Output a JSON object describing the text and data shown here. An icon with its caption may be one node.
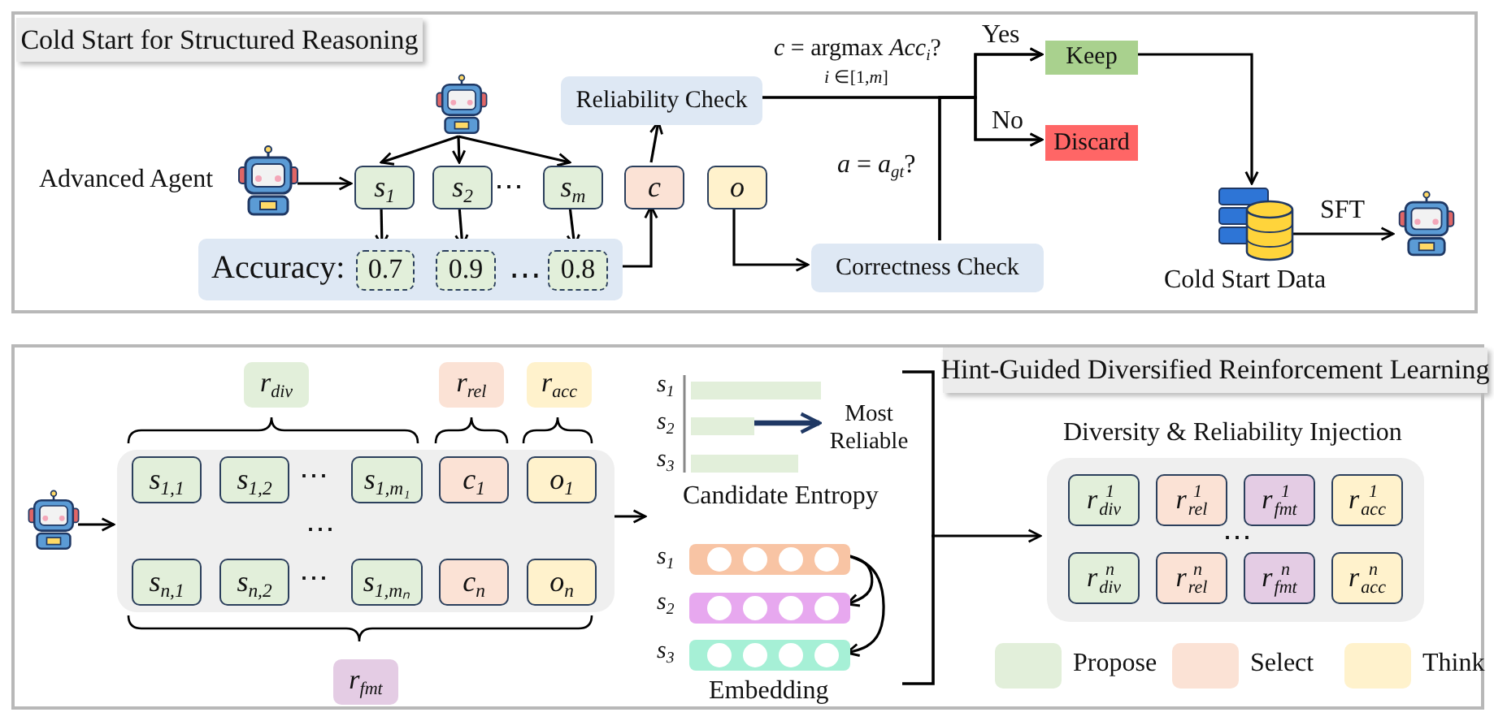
{
  "diagram": {
    "nodes": [
      {
        "text": [
          "Cold Start for Structured Reasoning"
        ]
      },
      {
        "text": [],
        "shape": "picture",
        "beside": [
          "Advanced Agent"
        ],
        "in": 0
      },
      {
        "text": [],
        "shape": "picture",
        "in": 0
      },
      {
        "text": [
          "*s*$_{1}$"
        ],
        "in": 0
      },
      {
        "text": [
          "*s*$_{2}$"
        ],
        "in": 0
      },
      {
        "text": [
          "*s*$_{m}$"
        ],
        "in": 0
      },
      {
        "text": [
          "Accuracy:"
        ],
        "in": 0
      },
      {
        "text": [
          "0.7"
        ],
        "in": 6
      },
      {
        "text": [
          "0.9"
        ],
        "in": 6
      },
      {
        "text": [
          "0.8"
        ],
        "in": 6
      },
      {
        "text": [
          "*c*"
        ],
        "in": 0
      },
      {
        "text": [
          "*o*"
        ],
        "in": 0
      },
      {
        "text": [
          "Reliability Check"
        ],
        "in": 0
      },
      {
        "text": [
          "Correctness Check"
        ],
        "in": 0
      },
      {
        "text": [
          "Keep"
        ],
        "in": 0
      },
      {
        "text": [
          "Discard"
        ],
        "in": 0
      },
      {
        "text": [],
        "shape": "picture",
        "beside": [
          "Cold Start Data"
        ],
        "in": 0
      },
      {
        "text": [],
        "shape": "picture",
        "in": 0
      },
      {
        "text": [
          "Hint-Guided Diversified Reinforcement Learning"
        ]
      },
      {
        "text": [],
        "shape": "picture",
        "in": 18
      },
      {
        "text": [],
        "shape": "box",
        "in": 18
      },
      {
        "text": [
          "*s*$_{1,1}$"
        ],
        "in": 20
      },
      {
        "text": [
          "*s*$_{1,2}$"
        ],
        "in": 20
      },
      {
        "text": [
          "*s*$_{1,m₁}$"
        ],
        "in": 20
      },
      {
        "text": [
          "*c*$_{1}$"
        ],
        "in": 20
      },
      {
        "text": [
          "*o*$_{1}$"
        ],
        "in": 20
      },
      {
        "text": [
          "*s*$_{n,1}$"
        ],
        "in": 20
      },
      {
        "text": [
          "*s*$_{n,2}$"
        ],
        "in": 20
      },
      {
        "text": [
          "*s*$_{1,mₙ}$"
        ],
        "in": 20
      },
      {
        "text": [
          "*c*$_{n}$"
        ],
        "in": 20
      },
      {
        "text": [
          "*o*$_{n}$"
        ],
        "in": 20
      },
      {
        "text": [
          "*r*$_{div}$"
        ],
        "in": 18
      },
      {
        "text": [
          "*r*$_{rel}$"
        ],
        "in": 18
      },
      {
        "text": [
          "*r*$_{acc}$"
        ],
        "in": 18
      },
      {
        "text": [
          "*r*$_{fmt}$"
        ],
        "in": 18
      },
      {
        "text": [],
        "shape": "bar",
        "in": 18
      },
      {
        "text": [],
        "shape": "bar",
        "in": 18
      },
      {
        "text": [],
        "shape": "bar",
        "in": 18
      },
      {
        "text": [
          "Most Reliable"
        ],
        "in": 18
      },
      {
        "text": [],
        "shape": "bar",
        "in": 18
      },
      {
        "text": [],
        "shape": "bar",
        "in": 18
      },
      {
        "text": [],
        "shape": "bar",
        "in": 18
      },
      {
        "text": [
          "Diversity & Reliability Injection"
        ],
        "in": 18
      },
      {
        "text": [
          "*r*$^{1}$$_{div}$"
        ],
        "in": 42
      },
      {
        "text": [
          "*r*$^{1}$$_{rel}$"
        ],
        "in": 42
      },
      {
        "text": [
          "*r*$^{1}$$_{fmt}$"
        ],
        "in": 42
      },
      {
        "text": [
          "*r*$^{1}$$_{acc}$"
        ],
        "in": 42
      },
      {
        "text": [
          "*r*$^{n}$$_{div}$"
        ],
        "in": 42
      },
      {
        "text": [
          "*r*$^{n}$$_{rel}$"
        ],
        "in": 42
      },
      {
        "text": [
          "*r*$^{n}$$_{fmt}$"
        ],
        "in": 42
      },
      {
        "text": [
          "*r*$^{n}$$_{acc}$"
        ],
        "in": 42
      },
      {
        "text": [],
        "shape": "bracket",
        "in": 18
      }
    ],
    "edges": [
      {
        "from": 1,
        "to": 3,
        "arrow": "to"
      },
      {
        "from": 2,
        "to": 3,
        "arrow": "to"
      },
      {
        "from": 2,
        "to": 4,
        "arrow": "to"
      },
      {
        "from": 2,
        "to": 5,
        "arrow": "to"
      },
      {
        "from": 3,
        "to": 7,
        "arrow": "to"
      },
      {
        "from": 4,
        "to": 8,
        "arrow": "to"
      },
      {
        "from": 5,
        "to": 9,
        "arrow": "to"
      },
      {
        "from": 6,
        "to": 10,
        "arrow": "to"
      },
      {
        "from": 10,
        "to": 12,
        "arrow": "to"
      },
      {
        "from": 11,
        "to": 13,
        "arrow": "to"
      },
      {
        "from": 12,
        "to": 14,
        "arrow": "to",
        "label": "Yes"
      },
      {
        "from": 12,
        "to": 15,
        "arrow": "to",
        "label": "No"
      },
      {
        "from": 13,
        "to": 14,
        "arrow": "to"
      },
      {
        "from": 13,
        "to": 15,
        "arrow": "to"
      },
      {
        "from": 14,
        "to": 16,
        "arrow": "to"
      },
      {
        "from": 16,
        "to": 17,
        "arrow": "to",
        "label": "SFT"
      },
      {
        "from": 19,
        "to": 20,
        "arrow": "to"
      },
      {
        "from": 20,
        "to": null,
        "arrow": "to"
      },
      {
        "from": 36,
        "to": 38,
        "arrow": "to",
        "style": "thick",
        "color": "#1f3864"
      },
      {
        "from": 39,
        "to": 40,
        "arrow": "to"
      },
      {
        "from": 39,
        "to": 41,
        "arrow": "to"
      },
      {
        "from": 51,
        "to": 42,
        "arrow": "to"
      }
    ],
    "labels": [
      "*c* = argmax *Acc*$_{i}$?",
      "*i* ∈[1,*m*]",
      "*a* = *a*$_{gt}$?",
      "⋯",
      "⋯",
      "⋯",
      "⋯",
      "⋯",
      "*s*$_{1}$",
      "*s*$_{2}$",
      "*s*$_{3}$",
      "Candidate Entropy",
      "*s*$_{1}$",
      "*s*$_{2}$",
      "*s*$_{3}$",
      "Embedding",
      "⋯"
    ],
    "legend": [
      {
        "text": "Propose",
        "color": "#e2efda"
      },
      {
        "text": "Select",
        "color": "#fbe2d5"
      },
      {
        "text": "Think",
        "color": "#fff2cc"
      }
    ]
  }
}
